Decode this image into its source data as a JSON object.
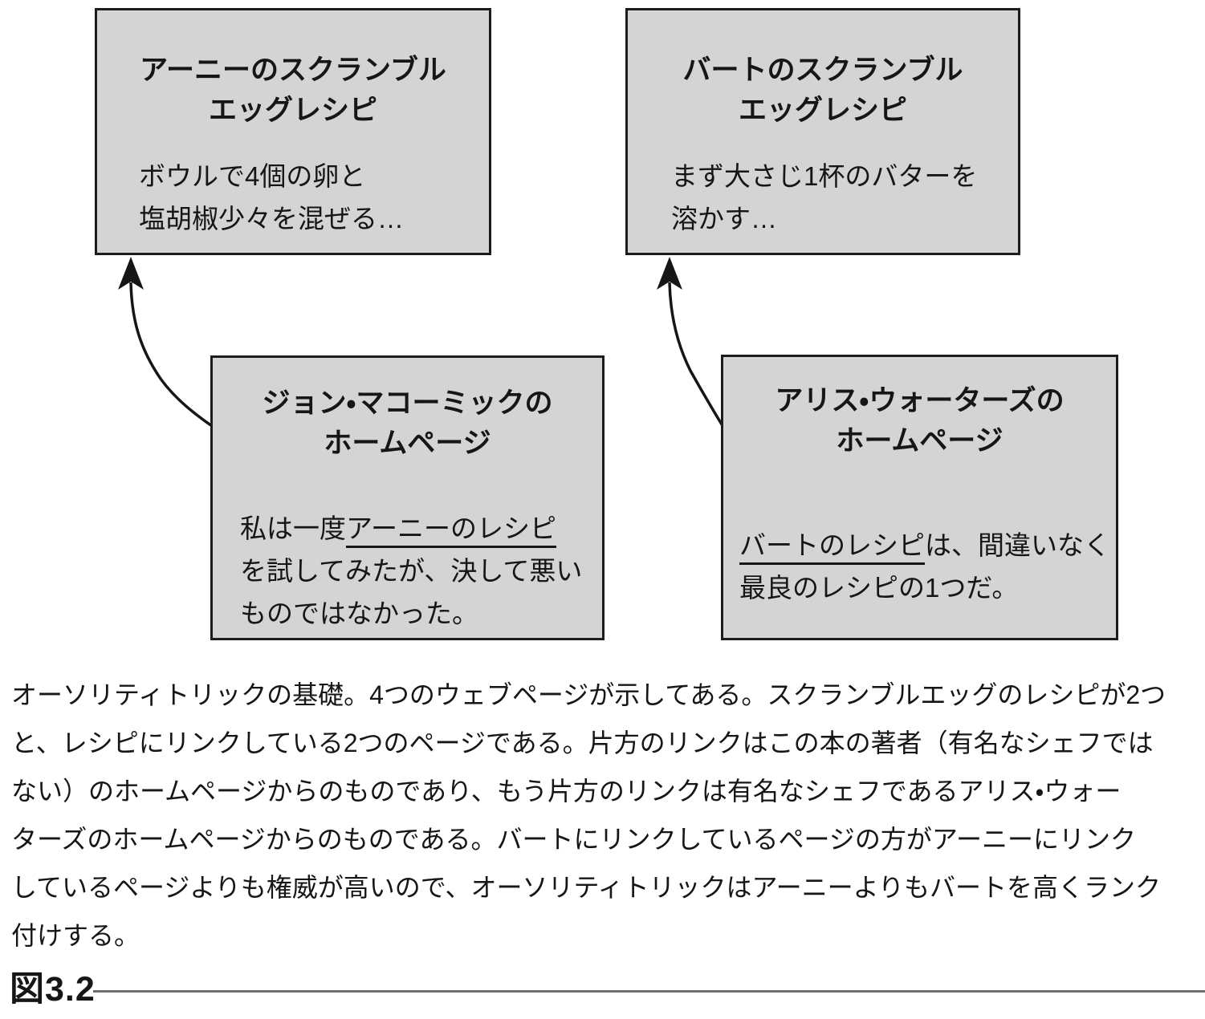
{
  "diagram": {
    "box_fill": "#d4d4d4",
    "box_border": "#1c1c1c",
    "arrow_color": "#161616",
    "arnie_box": {
      "title1": "アーニーのスクランブル",
      "title2": "エッグレシピ",
      "body1": "ボウルで4個の卵と",
      "body2": "塩胡椒少々を混ぜる…"
    },
    "bert_box": {
      "title1": "バートのスクランブル",
      "title2": "エッグレシピ",
      "body1": "まず大さじ1杯のバターを",
      "body2": "溶かす…"
    },
    "john_box": {
      "title1": "ジョン・マコーミックの",
      "title2": "ホームページ",
      "body_pre": "私は一度",
      "body_link": "アーニーのレシピ",
      "body_line2": "を試してみたが、決して悪い",
      "body_line3": "ものではなかった。"
    },
    "alice_box": {
      "title1": "アリス・ウォーターズの",
      "title2": "ホームページ",
      "body_link": "バートのレシピ",
      "body_after_link": "は、間違いなく",
      "body_line2": "最良のレシピの1つだ。"
    }
  },
  "caption": {
    "lines": [
      "オーソリティトリックの基礎。4つのウェブページが示してある。スクランブルエッグのレシピが2つ",
      "と、レシピにリンクしている2つのページである。片方のリンクはこの本の著者（有名なシェフでは",
      "ない）のホームページからのものであり、もう片方のリンクは有名なシェフであるアリス・ウォー",
      "ターズのホームページからのものである。バートにリンクしているページの方がアーニーにリンク",
      "しているページよりも権威が高いので、オーソリティトリックはアーニーよりもバートを高くランク",
      "付けする。"
    ]
  },
  "figure_label": {
    "text": "図3.2"
  }
}
